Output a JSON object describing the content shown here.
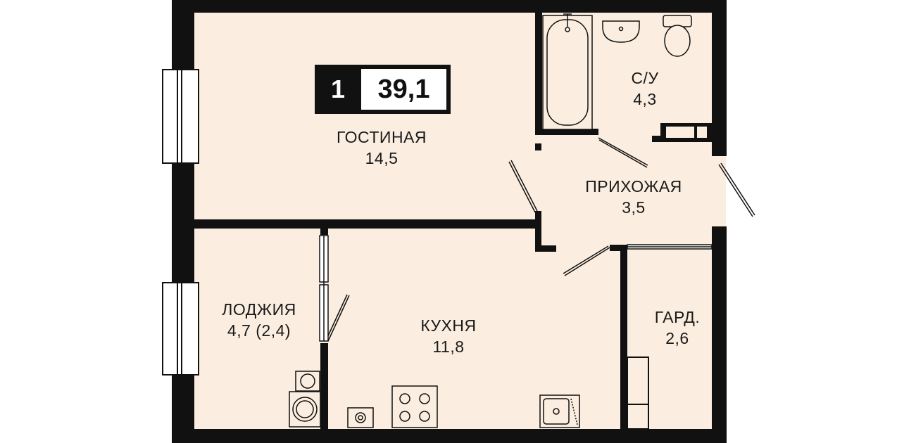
{
  "badge": {
    "rooms": "1",
    "total_area": "39,1"
  },
  "rooms": {
    "living": {
      "name": "ГОСТИНАЯ",
      "area": "14,5"
    },
    "bath": {
      "name": "С/У",
      "area": "4,3"
    },
    "hall": {
      "name": "ПРИХОЖАЯ",
      "area": "3,5"
    },
    "loggia": {
      "name": "ЛОДЖИЯ",
      "area": "4,7 (2,4)"
    },
    "kitchen": {
      "name": "КУХНЯ",
      "area": "11,8"
    },
    "wardrobe": {
      "name": "ГАРД.",
      "area": "2,6"
    }
  },
  "colors": {
    "wall": "#111111",
    "floor": "#fbeee0",
    "glass": "#ffffff"
  }
}
